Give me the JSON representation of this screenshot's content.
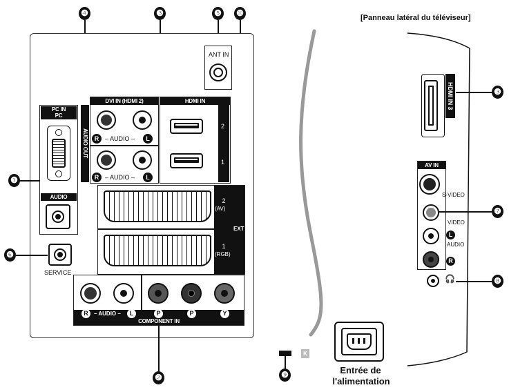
{
  "header": {
    "side_panel_title": "[Panneau latéral du téléviseur]"
  },
  "callouts": [
    "❶",
    "❷",
    "❸",
    "❹",
    "❺",
    "❻",
    "❼",
    "❽",
    "❾",
    "❿"
  ],
  "main_panel": {
    "pc_in": "PC IN",
    "pc": "PC",
    "audio": "AUDIO",
    "audio_out": "AUDIO OUT",
    "dvi_in": "DVI IN (HDMI 2)",
    "hdmi_in": "HDMI IN",
    "audio_row": "AUDIO",
    "hdmi_port_2": "2",
    "hdmi_port_1": "1",
    "ant_in": "ANT IN",
    "ext": "EXT",
    "scart_2": "2",
    "scart_2_sub": "(AV)",
    "scart_1": "1",
    "scart_1_sub": "(RGB)",
    "service": "SERVICE",
    "component_audio": "AUDIO",
    "component_in": "COMPONENT IN",
    "channel_r": "R",
    "channel_l": "L",
    "pr": "P",
    "pb": "P",
    "y": "Y"
  },
  "side_panel": {
    "hdmi_in3": "HDMI IN 3",
    "av_in": "AV IN",
    "s_video": "S-VIDEO",
    "video": "VIDEO",
    "audio": "AUDIO",
    "channel_l": "L",
    "channel_r": "R",
    "headphone_icon": "headphone-icon"
  },
  "power": {
    "line1": "Entrée de",
    "line2": "l'alimentation"
  },
  "lock": {
    "letter": "K"
  }
}
